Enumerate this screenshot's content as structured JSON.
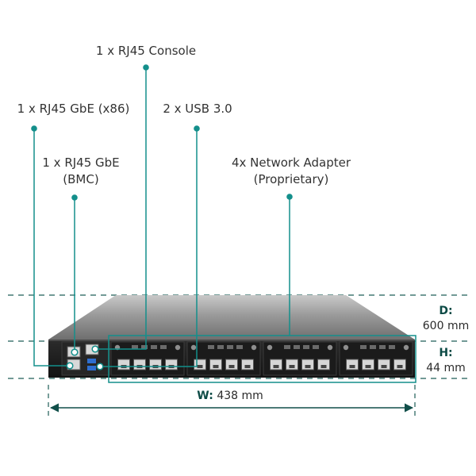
{
  "callouts": [
    {
      "id": "console",
      "text": "1 x RJ45 Console"
    },
    {
      "id": "gbe-x86",
      "text": "1 x RJ45 GbE (x86)"
    },
    {
      "id": "usb",
      "text": "2 x USB 3.0"
    },
    {
      "id": "gbe-bmc",
      "line1": "1 x RJ45 GbE",
      "line2": "(BMC)"
    },
    {
      "id": "adapter",
      "line1": "4x Network Adapter",
      "line2": "(Proprietary)"
    }
  ],
  "dimensions": {
    "depth": {
      "key": "D:",
      "value": "600 mm"
    },
    "height": {
      "key": "H:",
      "value": "44 mm"
    },
    "width": {
      "key": "W:",
      "value": "438 mm"
    }
  },
  "network_adapters": {
    "count": 4,
    "ports_per_adapter": 4
  },
  "colors": {
    "accent": "#138f8b",
    "dashed": "#1e5e58",
    "arrow": "#114f4a",
    "chassis_top": "#7d7d7d",
    "chassis_front": "#1f1f1f"
  }
}
